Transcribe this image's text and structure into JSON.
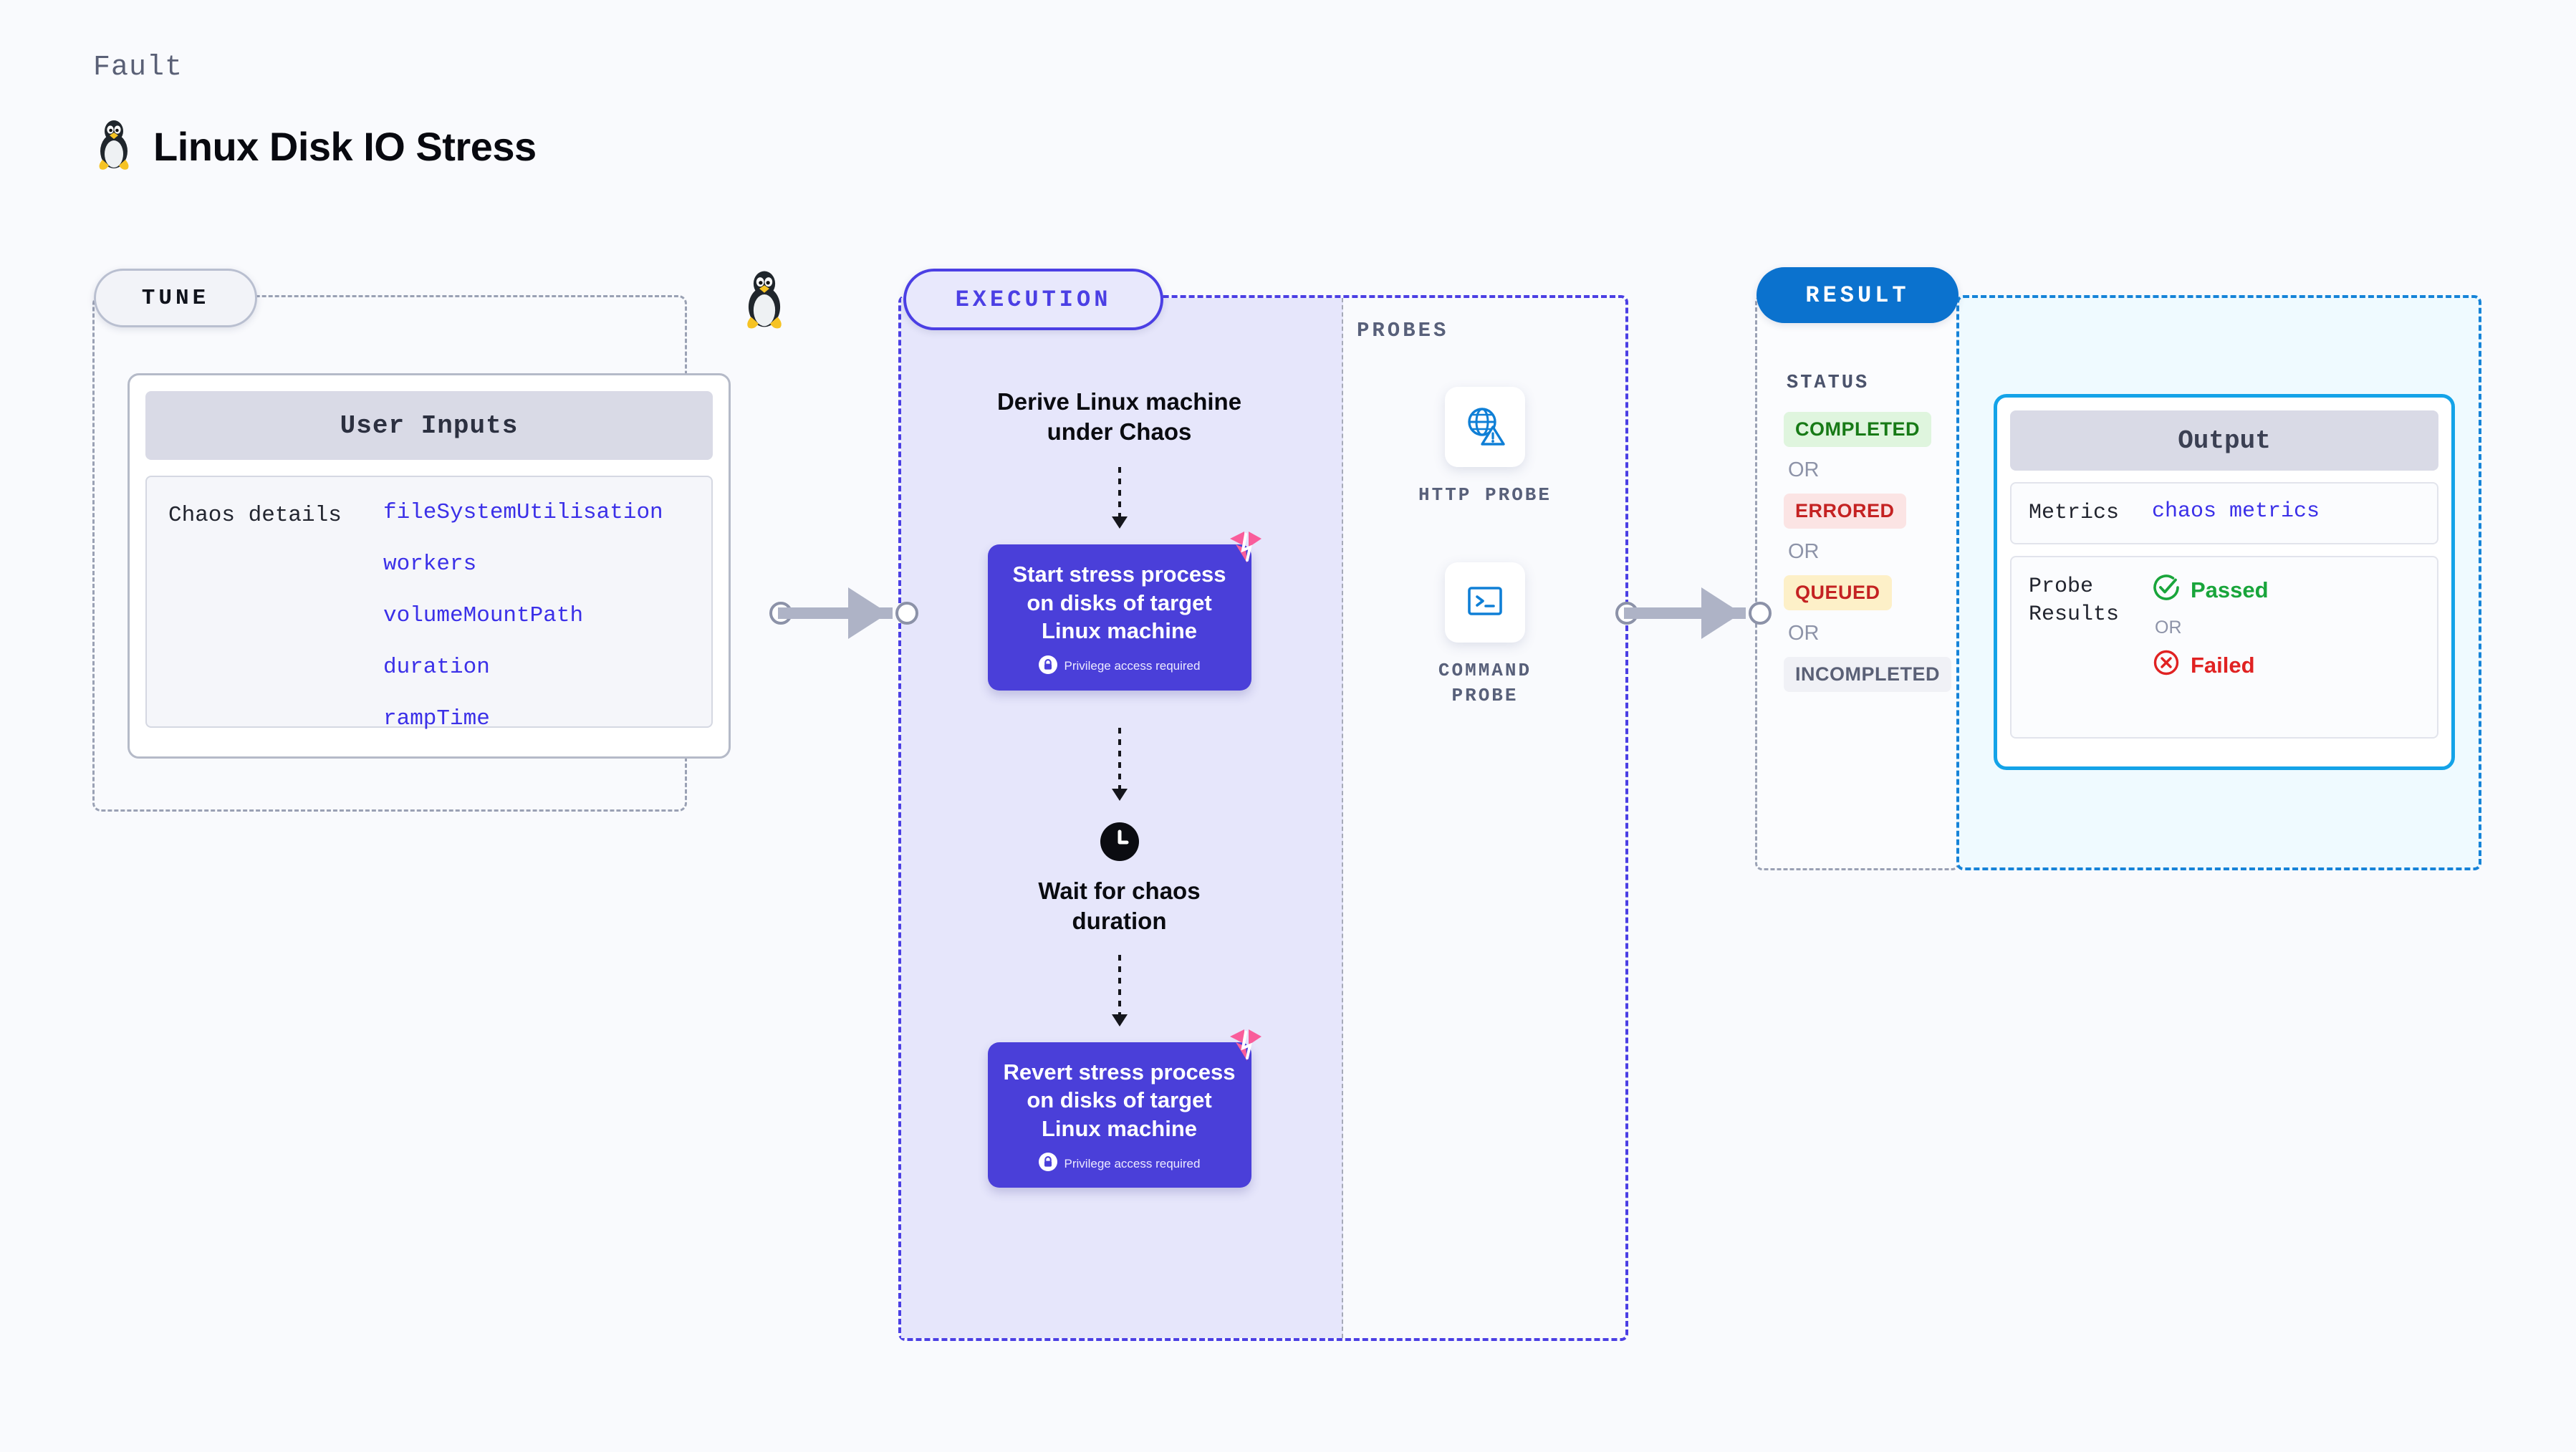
{
  "header": {
    "eyebrow": "Fault",
    "title": "Linux Disk IO Stress",
    "icon": "linux-penguin-icon"
  },
  "tune": {
    "pill_label": "TUNE",
    "badge_icon": "linux-penguin-icon",
    "card": {
      "header": "User Inputs",
      "row_label": "Chaos details",
      "values": [
        "fileSystemUtilisation",
        "workers",
        "volumeMountPath",
        "duration",
        "rampTime"
      ]
    }
  },
  "execution": {
    "pill_label": "EXECUTION",
    "steps": [
      {
        "type": "title",
        "text": "Derive Linux machine under Chaos"
      },
      {
        "type": "action",
        "text": "Start stress process on disks of target Linux machine",
        "privilege_note": "Privilege access required",
        "badge_icon": "harness-icon",
        "lock_icon": "lock-icon"
      },
      {
        "type": "wait",
        "icon": "clock-icon",
        "text": "Wait for chaos duration"
      },
      {
        "type": "action",
        "text": "Revert stress process on disks of target Linux machine",
        "privilege_note": "Privilege access required",
        "badge_icon": "harness-icon",
        "lock_icon": "lock-icon"
      }
    ]
  },
  "probes": {
    "section_label": "PROBES",
    "items": [
      {
        "label": "HTTP PROBE",
        "icon": "globe-warning-icon"
      },
      {
        "label": "COMMAND PROBE",
        "icon": "terminal-icon"
      }
    ]
  },
  "result": {
    "pill_label": "RESULT",
    "status_label": "STATUS",
    "or_label": "OR",
    "statuses": [
      {
        "label": "COMPLETED",
        "bg": "#dff5de",
        "fg": "#177a16"
      },
      {
        "label": "ERRORED",
        "bg": "#fbe4e4",
        "fg": "#c42222"
      },
      {
        "label": "QUEUED",
        "bg": "#fdf0c8",
        "fg": "#c42222"
      },
      {
        "label": "INCOMPLETED",
        "bg": "#f0f1f6",
        "fg": "#5a6076"
      }
    ],
    "output": {
      "header": "Output",
      "metrics_label": "Metrics",
      "metrics_value": "chaos metrics",
      "probe_results_label": "Probe Results",
      "passed_label": "Passed",
      "passed_icon": "check-circle-icon",
      "failed_label": "Failed",
      "failed_icon": "x-circle-icon",
      "or_label": "OR"
    }
  },
  "colors": {
    "page_bg": "#f9fafd",
    "execution_accent": "#4b3fe4",
    "execution_fill": "#e6e6fb",
    "result_accent": "#0b72ce",
    "output_accent": "#14a3e8",
    "output_fill": "#effaff",
    "tune_accent": "#9aa1b4",
    "param_text": "#3b30e8",
    "harness_pink": "#f95d9b",
    "probe_blue": "#0f7fd6",
    "passed_green": "#19a53b",
    "failed_red": "#e02222",
    "connector_gray": "#aeb3c6"
  }
}
